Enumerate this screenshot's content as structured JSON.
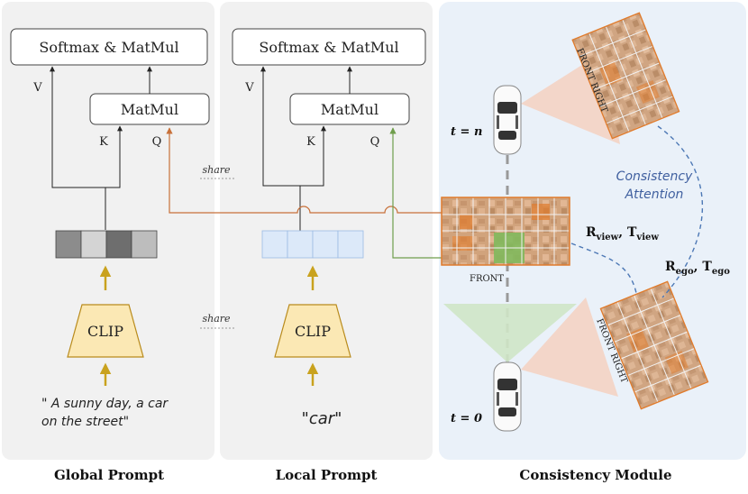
{
  "panels": {
    "global": {
      "caption": "Global Prompt"
    },
    "local": {
      "caption": "Local Prompt"
    },
    "consistency": {
      "caption": "Consistency Module"
    }
  },
  "global_branch": {
    "softmax_label": "Softmax & MatMul",
    "matmul_label": "MatMul",
    "v_label": "V",
    "k_label": "K",
    "q_label": "Q",
    "encoder_label": "CLIP",
    "prompt_text_line1": "\" A sunny day, a car",
    "prompt_text_line2": "on the street\""
  },
  "local_branch": {
    "softmax_label": "Softmax & MatMul",
    "matmul_label": "MatMul",
    "v_label": "V",
    "k_label": "K",
    "q_label": "Q",
    "encoder_label": "CLIP",
    "prompt_text": "\"car\""
  },
  "share_labels": {
    "top": "share",
    "bottom": "share"
  },
  "consistency": {
    "time_top": "t = n",
    "time_bottom": "t = 0",
    "front_label": "FRONT",
    "front_right_top": "FRONT RIGHT",
    "front_right_bottom": "FRONT RIGHT",
    "attention_line1": "Consistency",
    "attention_line2": "Attention",
    "r_view": "R",
    "r_view_sub": "view",
    "t_view": "T",
    "t_view_sub": "view",
    "r_ego": "R",
    "r_ego_sub": "ego",
    "t_ego": "T",
    "t_ego_sub": "ego"
  },
  "colors": {
    "panel_bg": "#f1f1f1",
    "consistency_bg": "#eaf1f9",
    "q_line_orange": "#c8713a",
    "q_line_green": "#6f9e4c",
    "clip_fill": "#fbe8b4",
    "clip_stroke": "#b98b1c",
    "arrow_gold": "#c9a21e",
    "dashed_blue": "#4d78b5",
    "attention_text": "#3f5f9f"
  }
}
